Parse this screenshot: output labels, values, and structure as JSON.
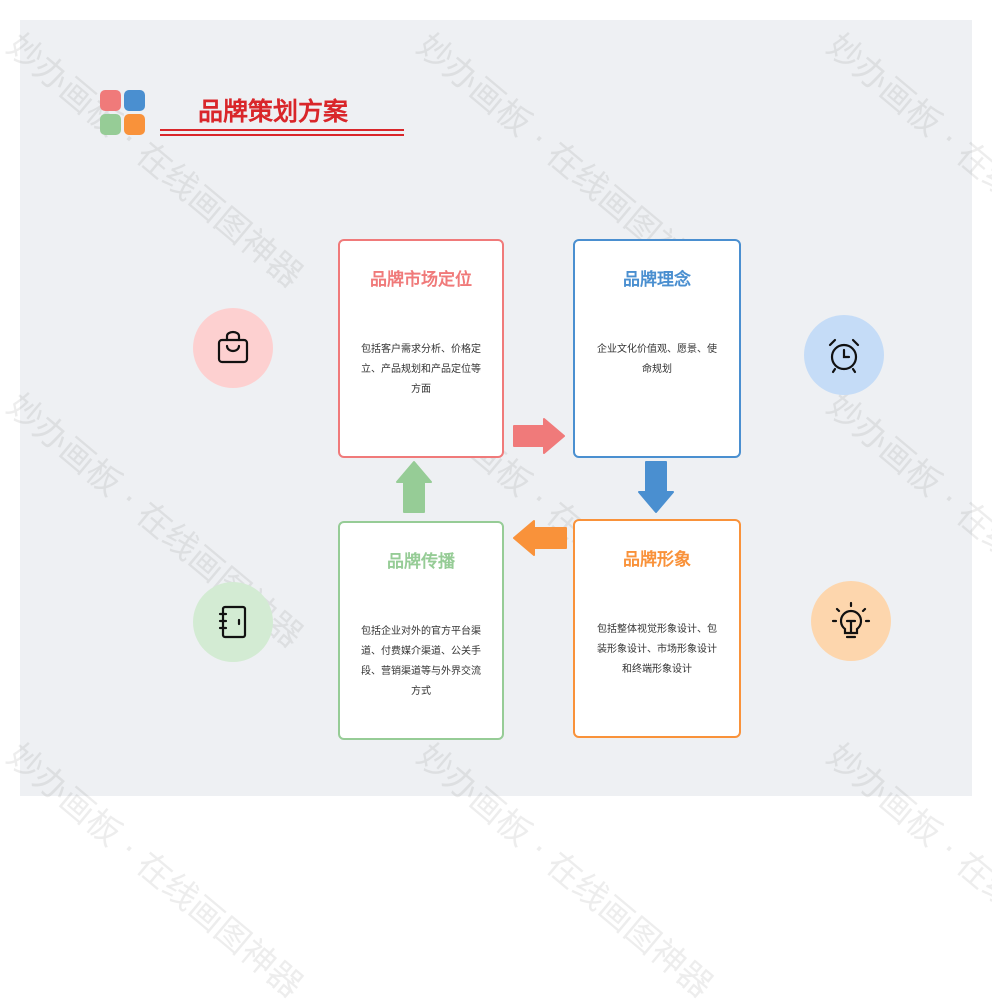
{
  "title": "品牌策划方案",
  "watermark": "妙办画板 · 在线画图神器",
  "colors": {
    "red": "#f07a7a",
    "blue": "#4a8fd0",
    "green": "#96cc96",
    "orange": "#f9923a",
    "title": "#d9262a"
  },
  "cards": [
    {
      "title": "品牌市场定位",
      "text": "包括客户需求分析、价格定立、产品规划和产品定位等方面"
    },
    {
      "title": "品牌理念",
      "text": "企业文化价值观、愿景、使命规划"
    },
    {
      "title": "品牌形象",
      "text": "包括整体视觉形象设计、包装形象设计、市场形象设计和终端形象设计"
    },
    {
      "title": "品牌传播",
      "text": "包括企业对外的官方平台渠道、付费媒介渠道、公关手段、营销渠道等与外界交流方式"
    }
  ]
}
